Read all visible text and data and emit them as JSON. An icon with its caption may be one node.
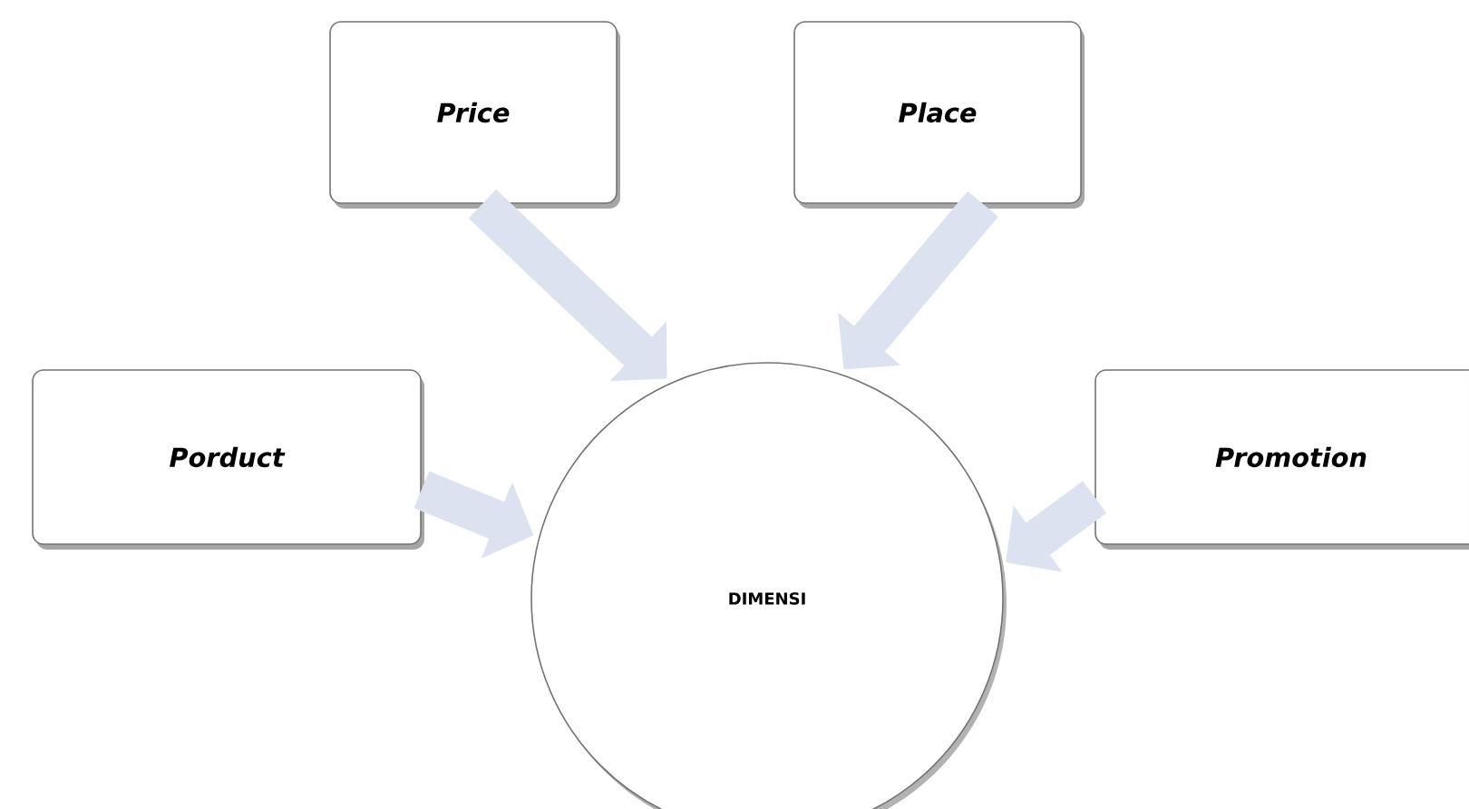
{
  "diagram": {
    "nodes": [
      {
        "text": [
          "Price"
        ]
      },
      {
        "text": [
          "Place"
        ]
      },
      {
        "text": [
          "Porduct"
        ]
      },
      {
        "text": [
          "DIMENSI"
        ]
      },
      {
        "text": [
          "Promotion"
        ]
      }
    ],
    "edges": [
      {
        "from": 0,
        "to": 3,
        "arrow": "to"
      },
      {
        "from": 1,
        "to": 3,
        "arrow": "to"
      },
      {
        "from": 2,
        "to": 3,
        "arrow": "to"
      },
      {
        "from": 4,
        "to": 3,
        "arrow": "to"
      }
    ]
  }
}
